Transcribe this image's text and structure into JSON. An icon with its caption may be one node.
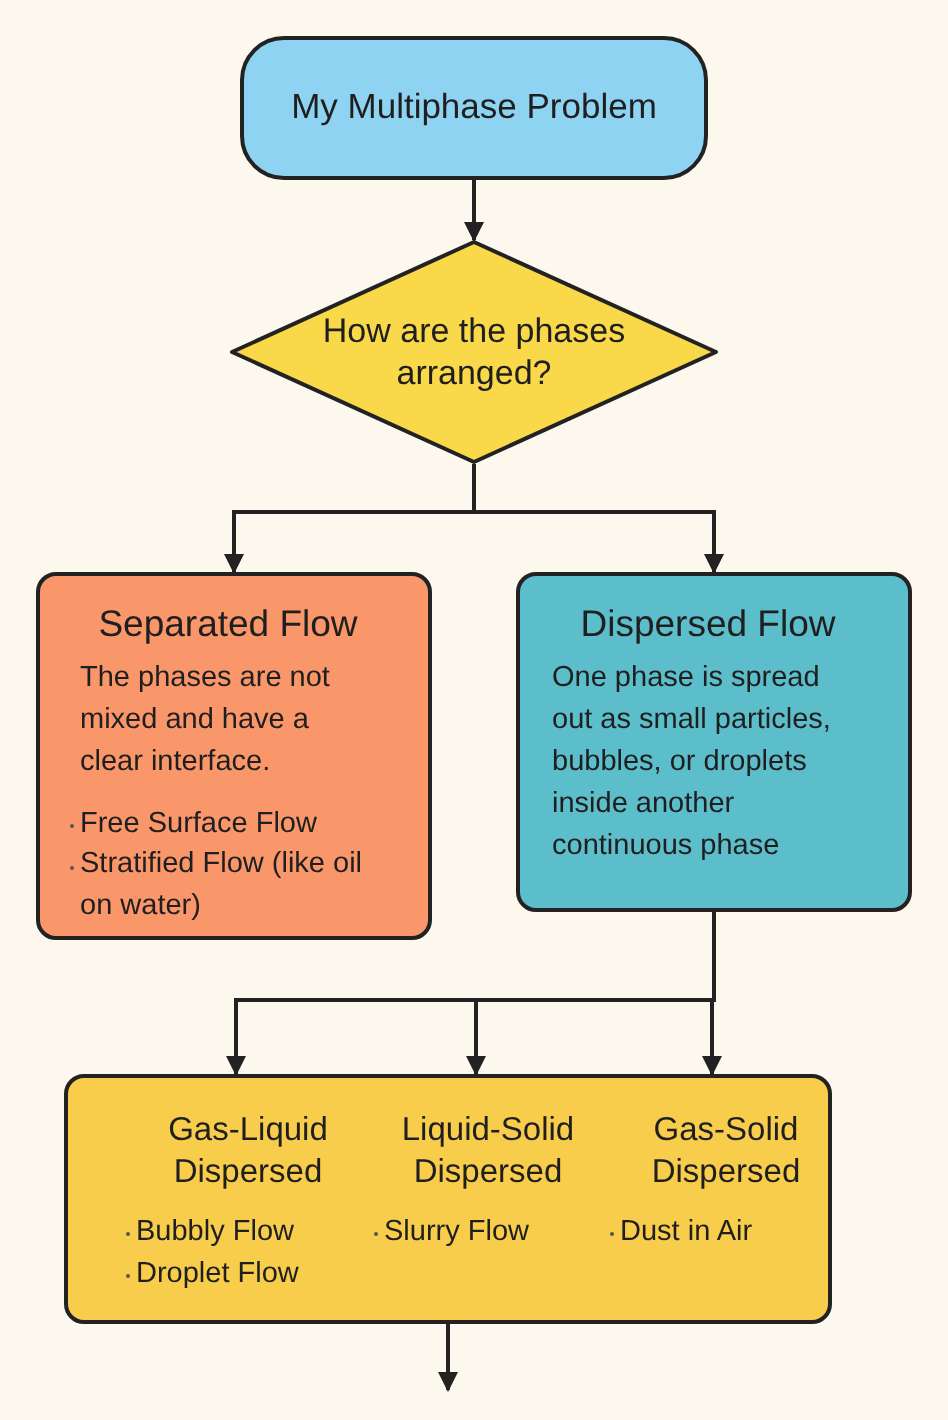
{
  "diagram": {
    "nodes": [
      {
        "text": [
          "My Multiphase Problem"
        ]
      },
      {
        "text": [
          "How are the phases arranged?"
        ]
      },
      {
        "text": [
          "Separated Flow",
          "The phases are not mixed and have a clear interface.",
          "Free Surface Flow",
          "Stratified Flow (like oil on water)"
        ]
      },
      {
        "text": [
          "Dispersed Flow",
          "One phase is spread out as small particles, bubbles, or droplets inside another continuous phase"
        ]
      },
      {
        "text": [],
        "shape": "box"
      },
      {
        "text": [
          "Gas-Liquid Dispersed",
          "Bubbly Flow",
          "Droplet Flow"
        ],
        "in": 4
      },
      {
        "text": [
          "Liquid-Solid Dispersed",
          "Slurry Flow"
        ],
        "in": 4
      },
      {
        "text": [
          "Gas-Solid Dispersed",
          "Dust in Air"
        ],
        "in": 4
      }
    ],
    "edges": [
      {
        "from": 0,
        "to": 1,
        "arrow": "to"
      },
      {
        "from": 1,
        "to": 2,
        "arrow": "to"
      },
      {
        "from": 1,
        "to": 3,
        "arrow": "to"
      },
      {
        "from": 3,
        "to": 5,
        "arrow": "to"
      },
      {
        "from": 3,
        "to": 6,
        "arrow": "to"
      },
      {
        "from": 3,
        "to": 7,
        "arrow": "to"
      },
      {
        "from": 4,
        "to": null,
        "arrow": "to"
      }
    ]
  }
}
